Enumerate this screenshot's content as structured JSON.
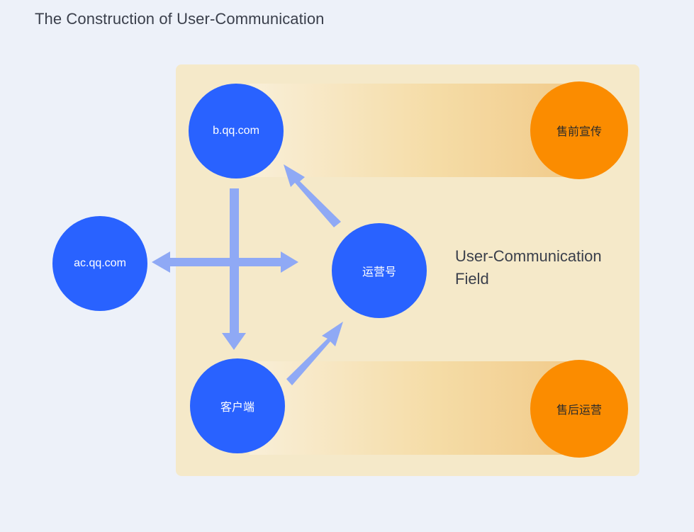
{
  "diagram": {
    "title": "The Construction of  User-Communication",
    "field_label_line1": "User-Communication",
    "field_label_line2": "Field",
    "nodes": {
      "b_qq": "b.qq.com",
      "ac_qq": "ac.qq.com",
      "operator": "运营号",
      "client": "客户端",
      "presale": "售前宣传",
      "aftersale": "售后运营"
    },
    "colors": {
      "background": "#edf1f9",
      "panel": "#f5e9c9",
      "node_blue": "#2962ff",
      "node_orange": "#fb8c00",
      "arrow": "#8fa9f5"
    }
  }
}
